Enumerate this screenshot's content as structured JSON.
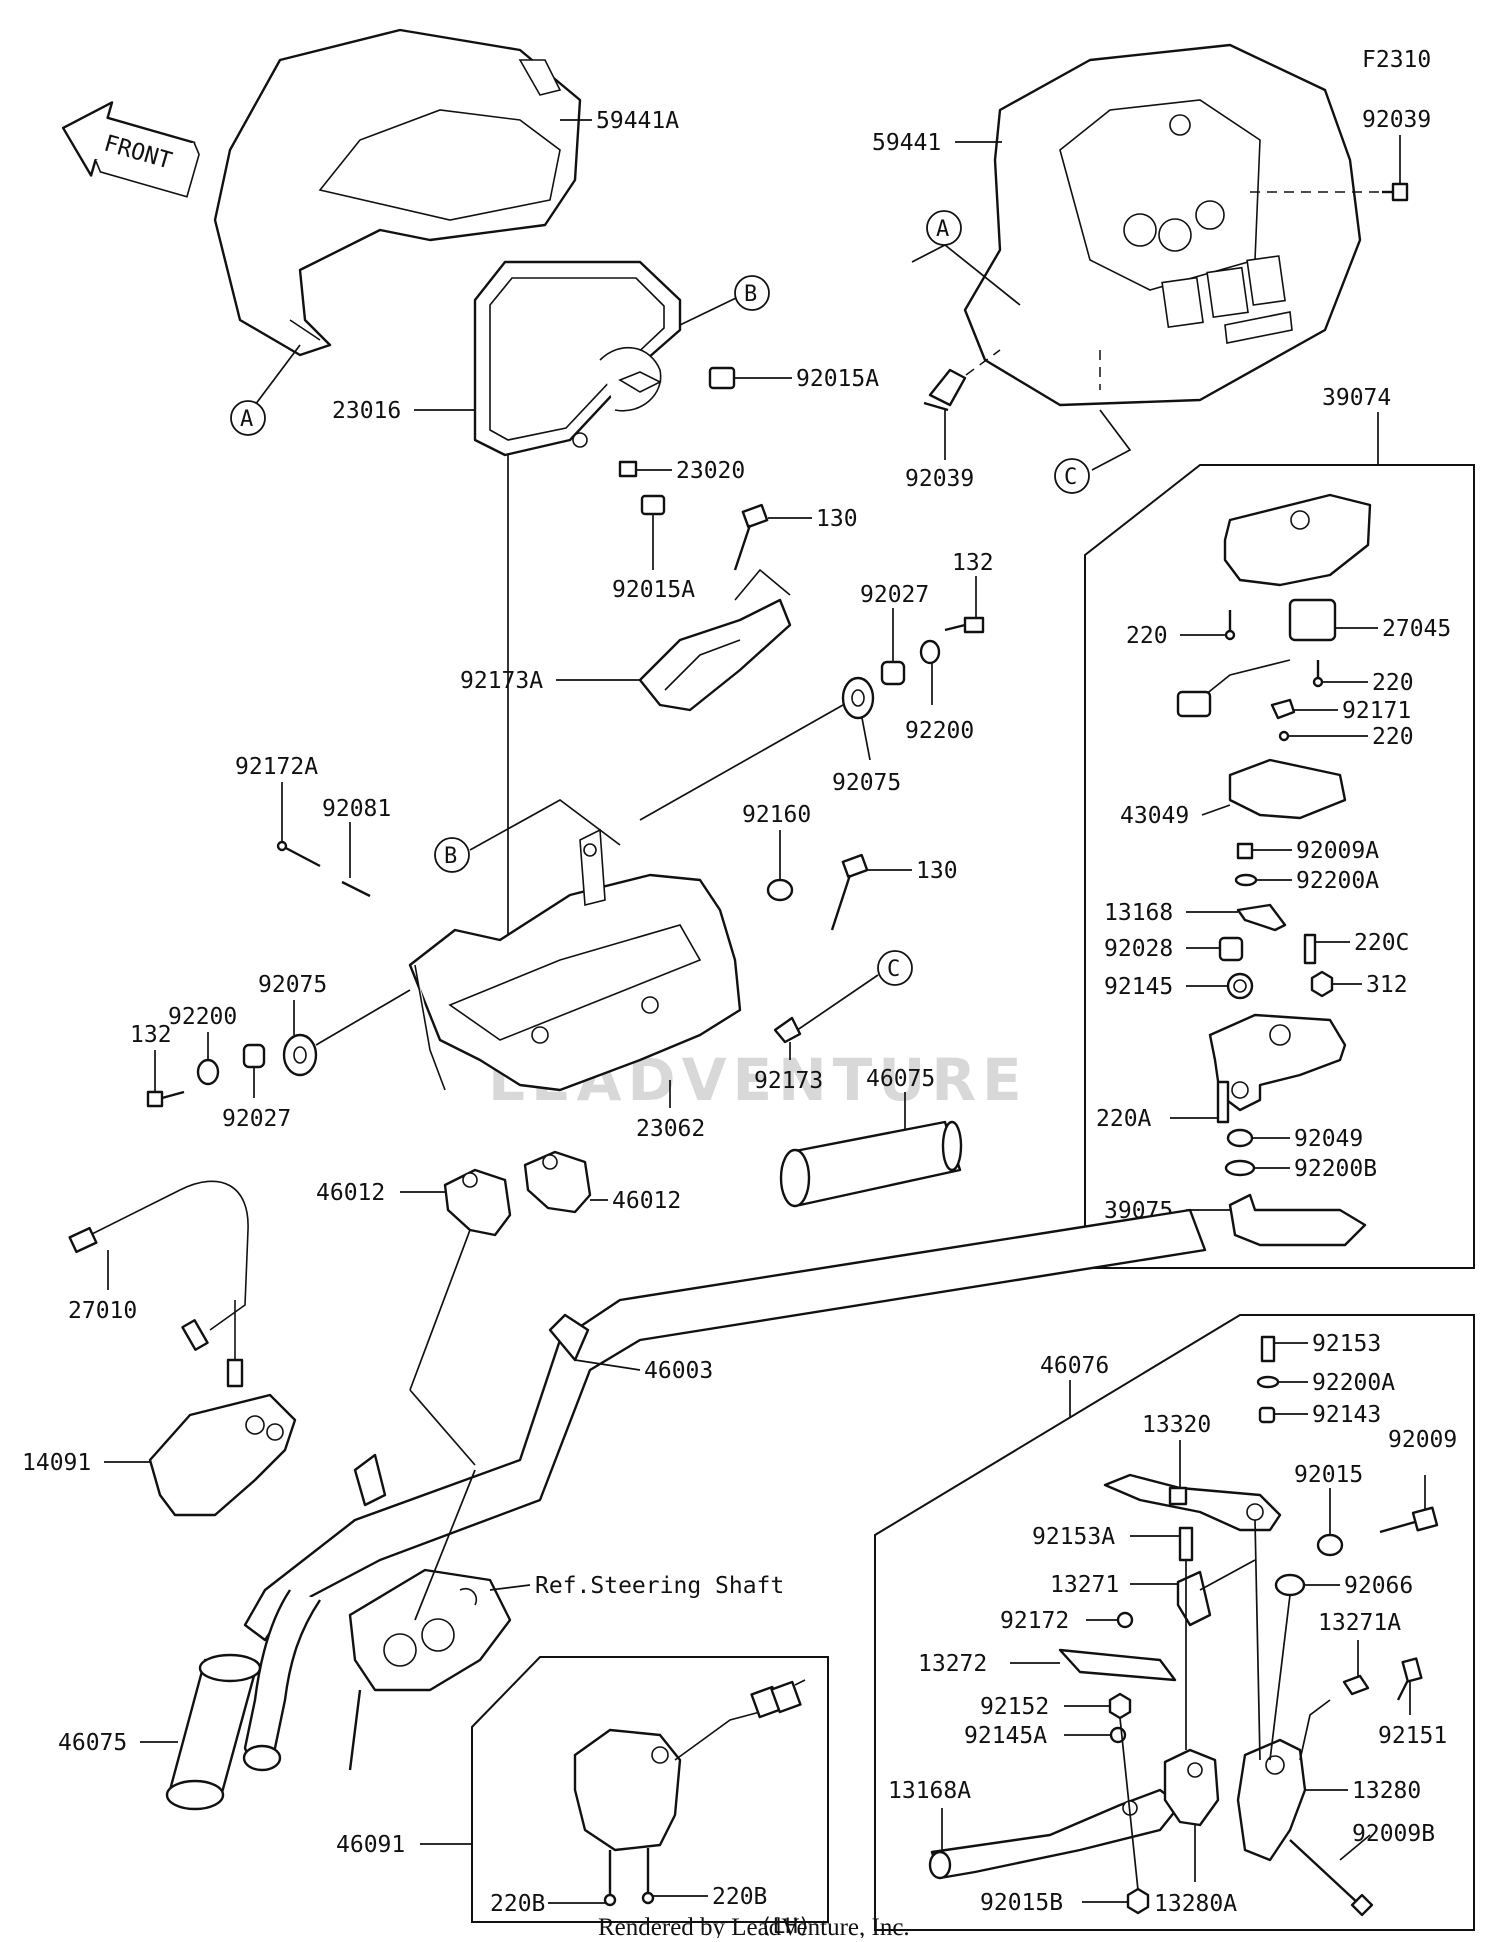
{
  "diagram": {
    "code": "F2310",
    "front_label": "FRONT",
    "watermark": "LEADVENTURE",
    "footer": "Rendered by LeadVenture, Inc.",
    "lh_label": "(LH)",
    "ref_steering_shaft": "Ref.Steering Shaft",
    "callouts": {
      "a": "A",
      "b": "B",
      "c": "C"
    },
    "parts": {
      "p59441A": "59441A",
      "p59441": "59441",
      "p92039_top": "92039",
      "p92039_low": "92039",
      "p23016": "23016",
      "p92015A_1": "92015A",
      "p92015A_2": "92015A",
      "p23020": "23020",
      "p130_1": "130",
      "p130_2": "130",
      "p132_1": "132",
      "p132_2": "132",
      "p92027_1": "92027",
      "p92027_2": "92027",
      "p92200_1": "92200",
      "p92200_2": "92200",
      "p92075_1": "92075",
      "p92075_2": "92075",
      "p92173A": "92173A",
      "p92172A": "92172A",
      "p92081": "92081",
      "p92160": "92160",
      "p92173": "92173",
      "p23062": "23062",
      "p46075_1": "46075",
      "p46075_2": "46075",
      "p46012_1": "46012",
      "p46012_2": "46012",
      "p27010": "27010",
      "p46003": "46003",
      "p14091": "14091",
      "p46091": "46091",
      "p220B_1": "220B",
      "p220B_2": "220B",
      "p39074": "39074",
      "p27045": "27045",
      "p220_1": "220",
      "p220_2": "220",
      "p220_3": "220",
      "p92171": "92171",
      "p43049": "43049",
      "p92009A": "92009A",
      "p92200A_1": "92200A",
      "p13168": "13168",
      "p220C": "220C",
      "p92028": "92028",
      "p312": "312",
      "p92145": "92145",
      "p220A": "220A",
      "p92049": "92049",
      "p92200B": "92200B",
      "p39075": "39075",
      "p46076": "46076",
      "p92153": "92153",
      "p92200A_2": "92200A",
      "p92143": "92143",
      "p13320": "13320",
      "p92009": "92009",
      "p92015": "92015",
      "p92153A": "92153A",
      "p13271": "13271",
      "p92066": "92066",
      "p92172": "92172",
      "p13271A": "13271A",
      "p13272": "13272",
      "p92152": "92152",
      "p92145A": "92145A",
      "p92151": "92151",
      "p13168A": "13168A",
      "p13280": "13280",
      "p92009B": "92009B",
      "p92015B": "92015B",
      "p13280A": "13280A"
    }
  }
}
